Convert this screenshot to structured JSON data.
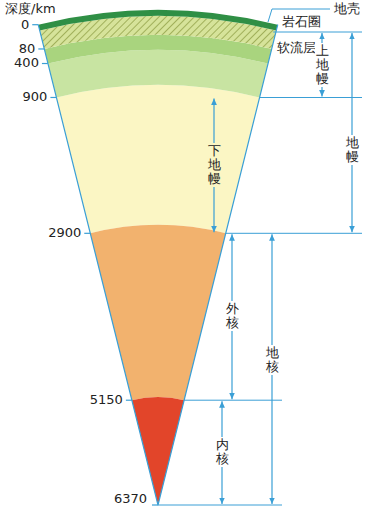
{
  "diagram": {
    "labels": [
      "深度/km",
      "0",
      "80",
      "400",
      "900",
      "2900",
      "5150",
      "6370",
      "地壳",
      "岩石圈",
      "软流层",
      "上地幔",
      "地幔",
      "下地幔",
      "外核",
      "地核",
      "内核"
    ]
  }
}
